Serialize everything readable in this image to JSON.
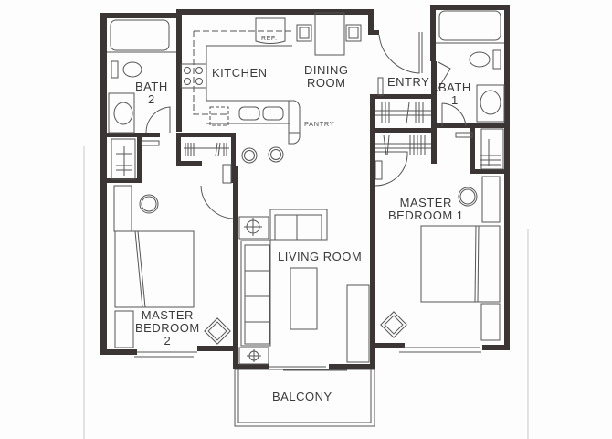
{
  "floorplan": {
    "rooms": {
      "kitchen": "KITCHEN",
      "dining_line1": "DINING",
      "dining_line2": "ROOM",
      "entry": "ENTRY",
      "bath1_line1": "BATH",
      "bath1_line2": "1",
      "bath2_line1": "BATH",
      "bath2_line2": "2",
      "pantry": "PANTRY",
      "master1_line1": "MASTER",
      "master1_line2": "BEDROOM 1",
      "master2_line1": "MASTER",
      "master2_line2": "BEDROOM",
      "master2_line3": "2",
      "living": "LIVING ROOM",
      "balcony": "BALCONY"
    },
    "fixtures": {
      "refrigerator": "REF."
    },
    "colors": {
      "wall": "#3b3535",
      "line": "#555555",
      "background": "#fdfdfd"
    }
  }
}
